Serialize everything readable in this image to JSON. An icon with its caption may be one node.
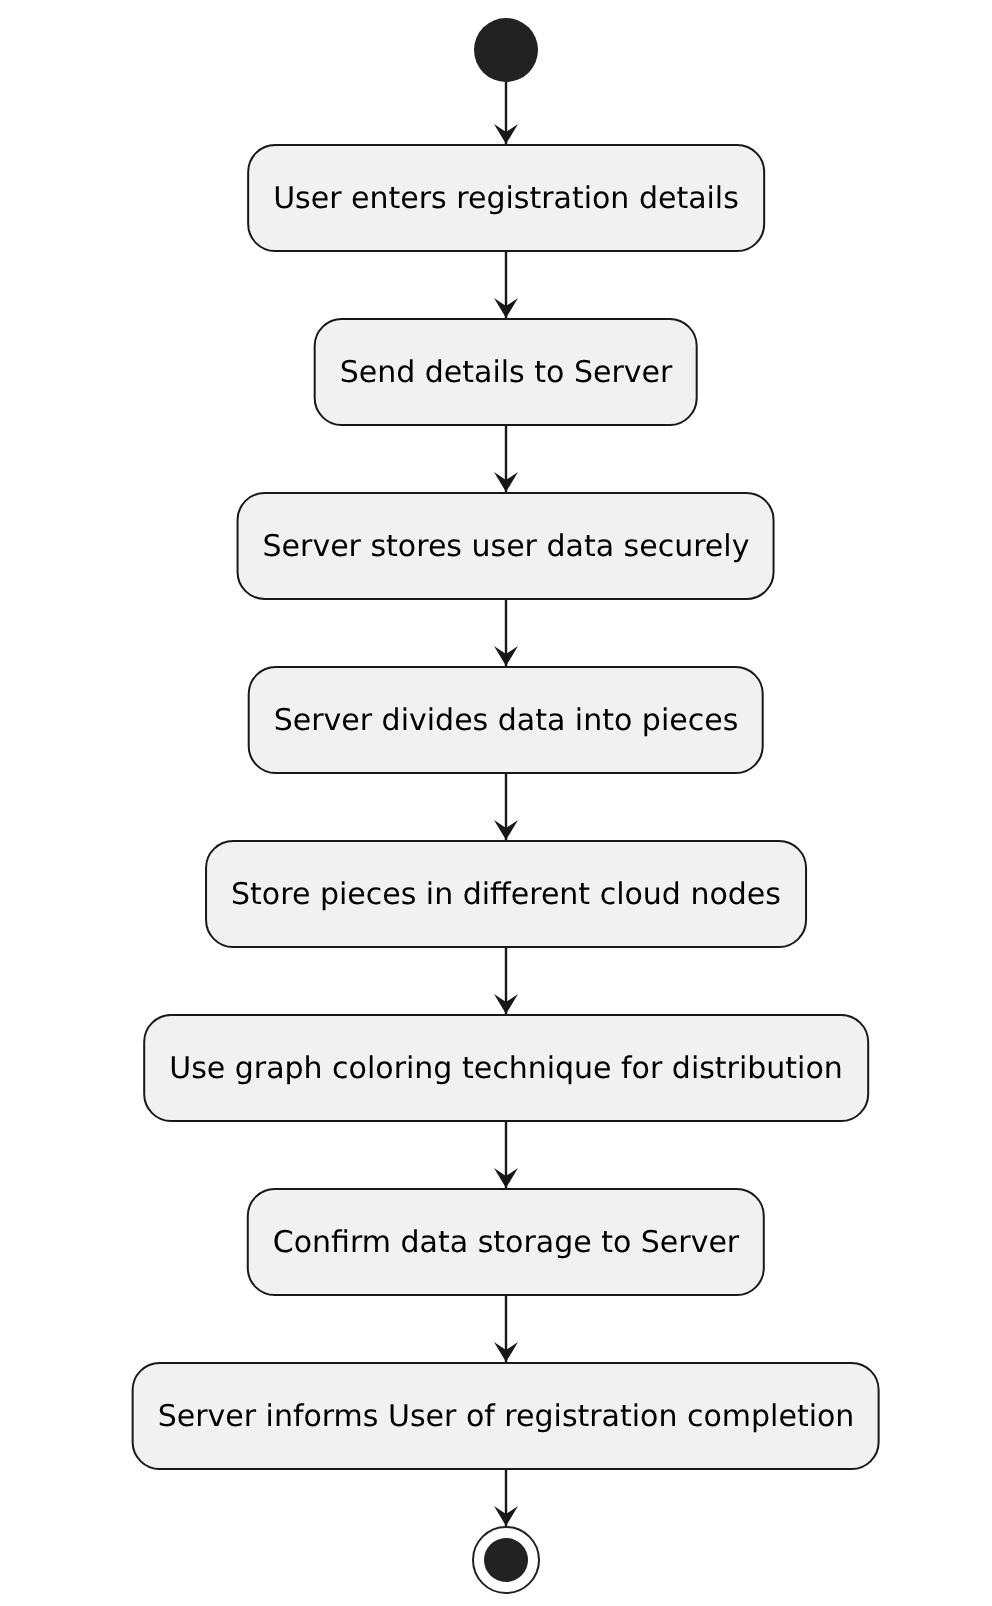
{
  "diagram": {
    "nodes": [
      {
        "text": [],
        "shape": "circle"
      },
      {
        "text": [
          "User enters registration details"
        ]
      },
      {
        "text": [
          "Send details to Server"
        ]
      },
      {
        "text": [
          "Server stores user data securely"
        ]
      },
      {
        "text": [
          "Server divides data into pieces"
        ]
      },
      {
        "text": [
          "Store pieces in different cloud nodes"
        ]
      },
      {
        "text": [
          "Use graph coloring technique for distribution"
        ]
      },
      {
        "text": [
          "Confirm data storage to Server"
        ]
      },
      {
        "text": [
          "Server informs User of registration completion"
        ]
      },
      {
        "text": [],
        "shape": "bullseye"
      }
    ],
    "edges": [
      {
        "from": 0,
        "to": 1,
        "arrow": "to"
      },
      {
        "from": 1,
        "to": 2,
        "arrow": "to"
      },
      {
        "from": 2,
        "to": 3,
        "arrow": "to"
      },
      {
        "from": 3,
        "to": 4,
        "arrow": "to"
      },
      {
        "from": 4,
        "to": 5,
        "arrow": "to"
      },
      {
        "from": 5,
        "to": 6,
        "arrow": "to"
      },
      {
        "from": 6,
        "to": 7,
        "arrow": "to"
      },
      {
        "from": 7,
        "to": 8,
        "arrow": "to"
      },
      {
        "from": 8,
        "to": 9,
        "arrow": "to"
      }
    ]
  }
}
